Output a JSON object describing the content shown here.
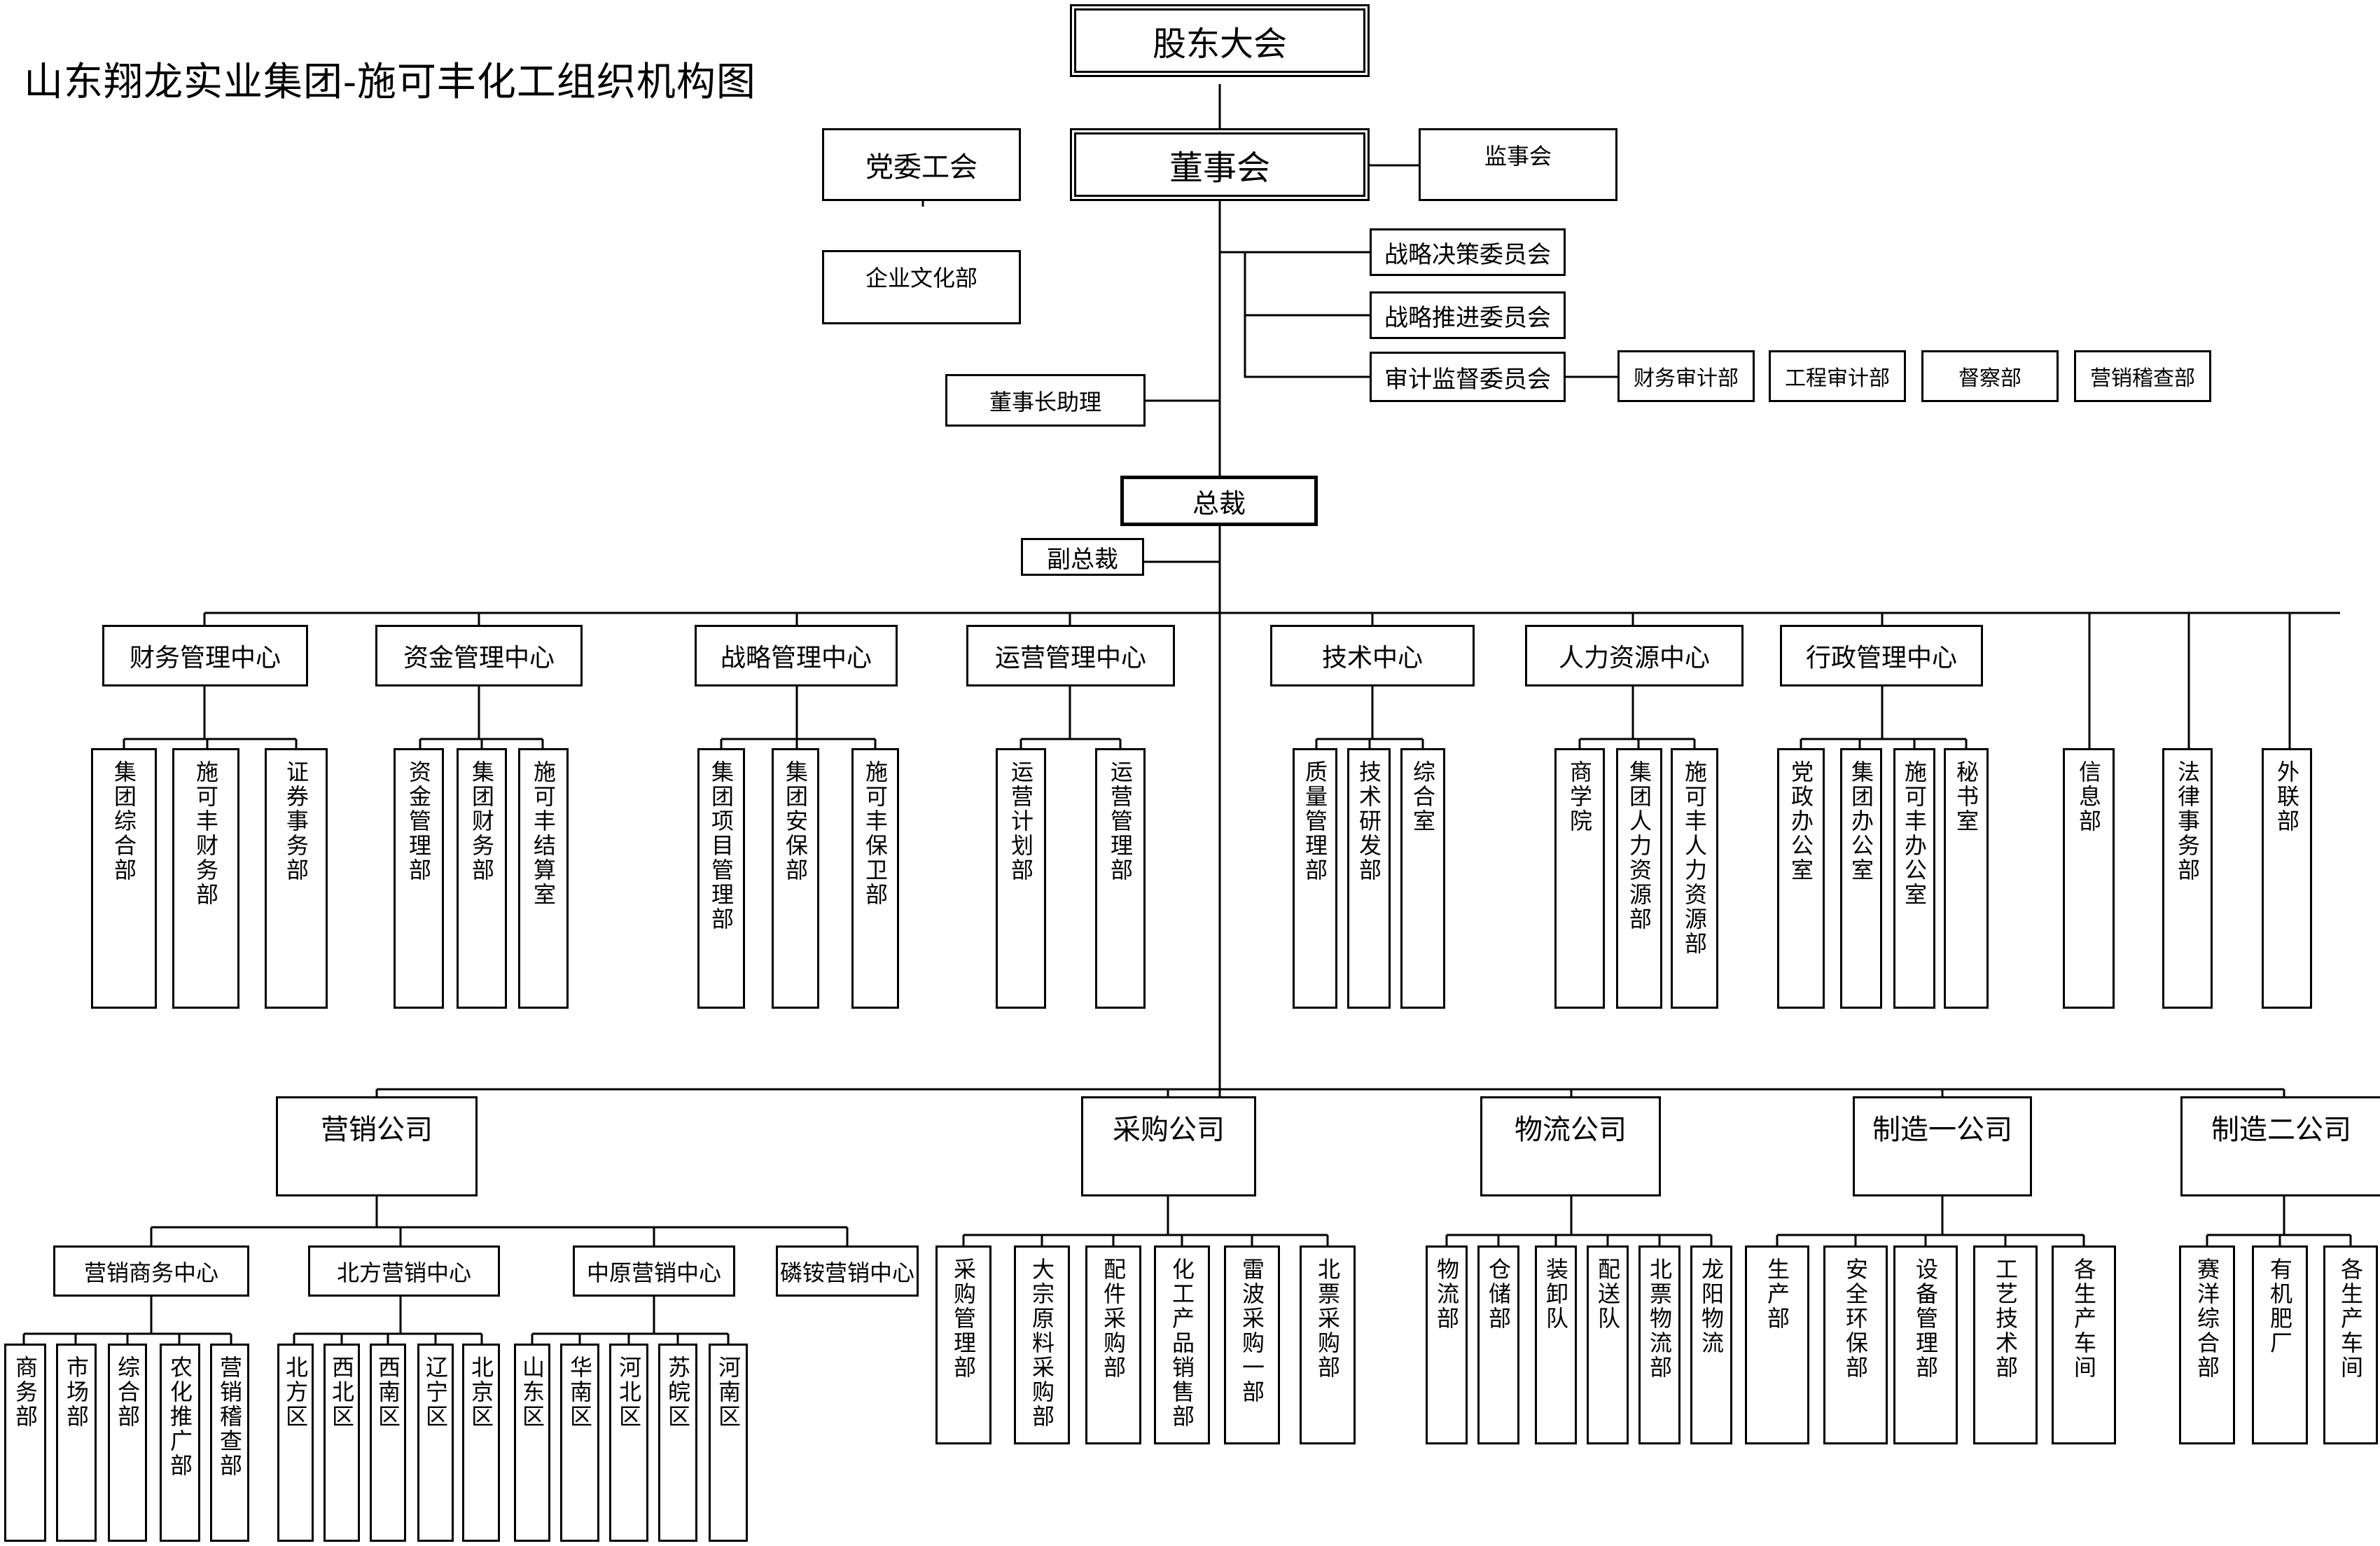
{
  "title": "山东翔龙实业集团-施可丰化工组织机构图",
  "governance": {
    "shareholders": "股东大会",
    "board": "董事会",
    "supervisory_board": "监事会",
    "party_union": "党委工会",
    "culture_dept": "企业文化部",
    "chairman_assistant": "董事长助理",
    "committees": [
      "战略决策委员会",
      "战略推进委员会",
      "审计监督委员会"
    ],
    "audit_departments": [
      "财务审计部",
      "工程审计部",
      "督察部",
      "营销稽查部"
    ],
    "president": "总裁",
    "vice_president": "副总裁"
  },
  "centers": [
    {
      "name": "财务管理中心",
      "departments": [
        "集团综合部",
        "施可丰财务部",
        "证券事务部"
      ]
    },
    {
      "name": "资金管理中心",
      "departments": [
        "资金管理部",
        "集团财务部",
        "施可丰结算室"
      ]
    },
    {
      "name": "战略管理中心",
      "departments": [
        "集团项目管理部",
        "集团安保部",
        "施可丰保卫部"
      ]
    },
    {
      "name": "运营管理中心",
      "departments": [
        "运营计划部",
        "运营管理部"
      ]
    },
    {
      "name": "技术中心",
      "departments": [
        "质量管理部",
        "技术研发部",
        "综合室"
      ]
    },
    {
      "name": "人力资源中心",
      "departments": [
        "商学院",
        "集团人力资源部",
        "施可丰人力资源部"
      ]
    },
    {
      "name": "行政管理中心",
      "departments": [
        "党政办公室",
        "集团办公室",
        "施可丰办公室",
        "秘书室"
      ]
    }
  ],
  "standalone_departments": [
    "信息部",
    "法律事务部",
    "外联部"
  ],
  "companies": [
    {
      "name": "营销公司"
    },
    {
      "name": "采购公司",
      "departments": [
        "采购管理部",
        "大宗原料采购部",
        "配件采购部",
        "化工产品销售部",
        "雷波采购一部",
        "北票采购部"
      ]
    },
    {
      "name": "物流公司",
      "departments": [
        "物流部",
        "仓储部",
        "装卸队",
        "配送队",
        "北票物流部",
        "龙阳物流"
      ]
    },
    {
      "name": "制造一公司",
      "departments": [
        "生产部",
        "安全环保部",
        "设备管理部",
        "工艺技术部",
        "各生产车间"
      ]
    },
    {
      "name": "制造二公司",
      "departments": [
        "赛洋综合部",
        "有机肥厂",
        "各生产车间"
      ]
    }
  ],
  "marketing_centers": [
    {
      "name": "营销商务中心",
      "departments": [
        "商务部",
        "市场部",
        "综合部",
        "农化推广部",
        "营销稽查部"
      ]
    },
    {
      "name": "北方营销中心",
      "departments": [
        "北方区",
        "西北区",
        "西南区",
        "辽宁区",
        "北京区"
      ]
    },
    {
      "name": "中原营销中心",
      "departments": [
        "山东区",
        "华南区",
        "河北区",
        "苏皖区",
        "河南区"
      ]
    },
    {
      "name": "磷铵营销中心"
    }
  ]
}
